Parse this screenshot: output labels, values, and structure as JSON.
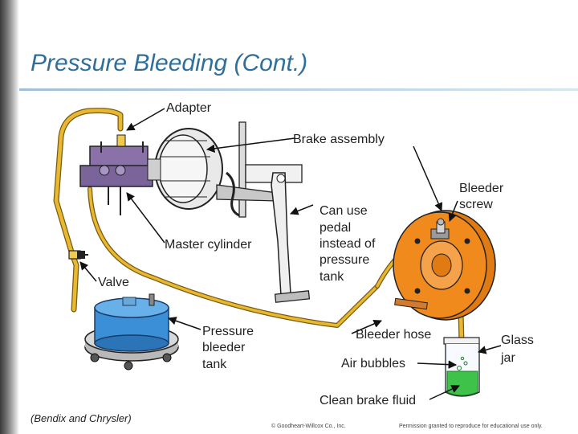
{
  "slide": {
    "title": "Pressure Bleeding (Cont.)",
    "credit": "(Bendix and Chrysler)",
    "copyright": "© Goodheart-Willcox Co., Inc.",
    "permission": "Permission granted to reproduce for educational use only."
  },
  "labels": {
    "adapter": "Adapter",
    "brake_assembly": "Brake assembly",
    "bleeder_screw_1": "Bleeder",
    "bleeder_screw_2": "screw",
    "can_use_1": "Can use",
    "can_use_2": "pedal",
    "can_use_3": "instead of",
    "can_use_4": "pressure",
    "can_use_5": "tank",
    "master_cylinder": "Master cylinder",
    "valve": "Valve",
    "pressure_tank_1": "Pressure",
    "pressure_tank_2": "bleeder",
    "pressure_tank_3": "tank",
    "bleeder_hose": "Bleeder hose",
    "glass_jar_1": "Glass",
    "glass_jar_2": "jar",
    "air_bubbles": "Air bubbles",
    "clean_fluid": "Clean brake fluid"
  },
  "colors": {
    "title": "#2f6f9a",
    "hose": "#e8b830",
    "rotor": "#f08a1c",
    "tank": "#3a8fd6",
    "master_cylinder": "#8a72a8",
    "fluid": "#3ec24a"
  }
}
